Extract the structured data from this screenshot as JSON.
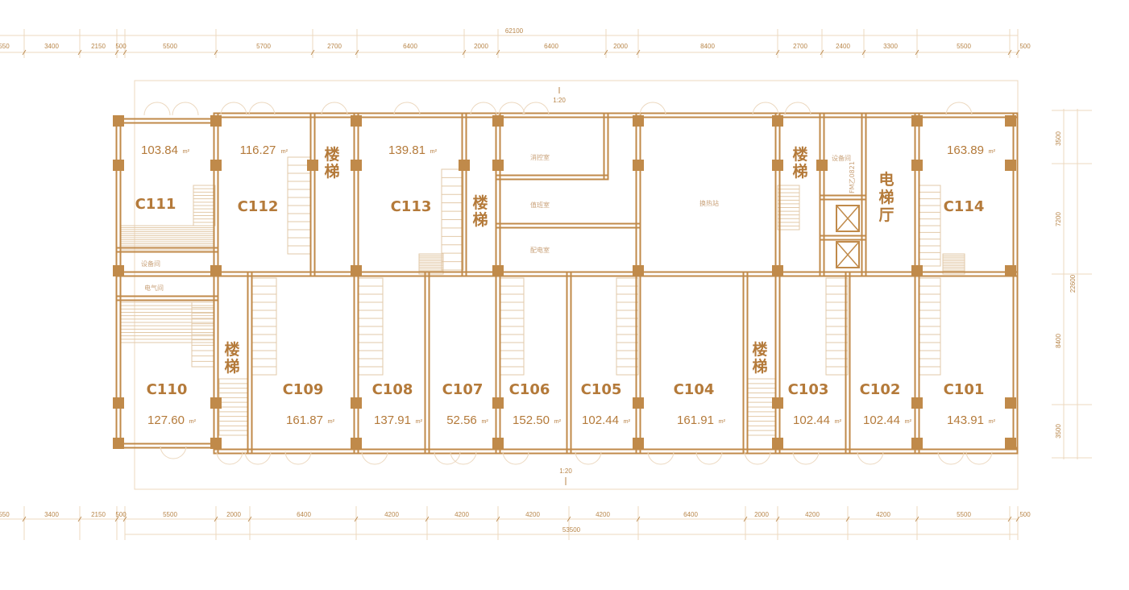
{
  "title": "Floor plan",
  "colors": {
    "wall": "#c08a4a",
    "text": "#b47a3a",
    "thin": "#ecd8bf"
  },
  "top_dimensions": {
    "total": "62100",
    "segments": [
      "550",
      "3400",
      "2150",
      "500",
      "5500",
      "5700",
      "2700",
      "6400",
      "2000",
      "6400",
      "2000",
      "8400",
      "2700",
      "2400",
      "3300",
      "5500",
      "500"
    ]
  },
  "bottom_dimensions": {
    "total": "53500",
    "segments": [
      "550",
      "3400",
      "2150",
      "500",
      "5500",
      "2000",
      "6400",
      "4200",
      "4200",
      "4200",
      "4200",
      "6400",
      "2000",
      "4200",
      "4200",
      "5500",
      "500"
    ]
  },
  "right_dimensions": {
    "total": "22600",
    "segments": [
      "3500",
      "7200",
      "8400",
      "3500"
    ]
  },
  "scale_marks": [
    "1:20",
    "1:20"
  ],
  "area_unit": "m²",
  "rooms": [
    {
      "id": "C111",
      "area": "103.84"
    },
    {
      "id": "C112",
      "area": "116.27"
    },
    {
      "id": "C113",
      "area": "139.81"
    },
    {
      "id": "C114",
      "area": "163.89"
    },
    {
      "id": "C110",
      "area": "127.60"
    },
    {
      "id": "C109",
      "area": "161.87"
    },
    {
      "id": "C108",
      "area": "137.91"
    },
    {
      "id": "C107",
      "area": "52.56"
    },
    {
      "id": "C106",
      "area": "152.50"
    },
    {
      "id": "C105",
      "area": "102.44"
    },
    {
      "id": "C104",
      "area": "161.91"
    },
    {
      "id": "C103",
      "area": "102.44"
    },
    {
      "id": "C102",
      "area": "102.44"
    },
    {
      "id": "C101",
      "area": "143.91"
    }
  ],
  "stairs_label": [
    "楼",
    "梯"
  ],
  "elevator_hall": [
    "电",
    "梯",
    "厅"
  ],
  "service_rooms": [
    "消控室",
    "值班室",
    "配电室",
    "换热站",
    "设备间",
    "设备间",
    "电气间"
  ],
  "door_code": "FM乙0821"
}
